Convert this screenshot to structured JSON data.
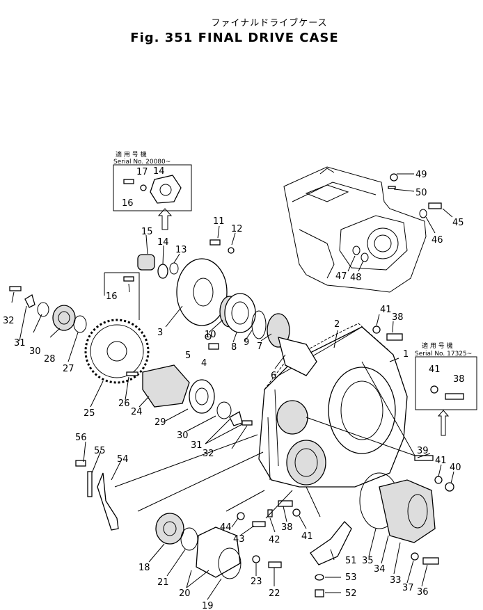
{
  "header": {
    "title_jp": "ファイナルドライブケース",
    "title_en": "Fig. 351  FINAL DRIVE CASE"
  },
  "insets": {
    "top_left": {
      "jp": "適 用 号 機",
      "serial": "Serial No. 20080~"
    },
    "right": {
      "jp": "適 用 号 機",
      "serial": "Serial No. 17325~"
    }
  },
  "callouts": {
    "n1": "1",
    "n2": "2",
    "n3": "3",
    "n4": "4",
    "n5": "5",
    "n6": "6",
    "n7": "7",
    "n8": "8",
    "n9": "9",
    "n10": "10",
    "n11": "11",
    "n12": "12",
    "n13": "13",
    "n14a": "14",
    "n14b": "14",
    "n15": "15",
    "n16a": "16",
    "n16b": "16",
    "n17": "17",
    "n18": "18",
    "n19": "19",
    "n20": "20",
    "n21": "21",
    "n22": "22",
    "n23": "23",
    "n24": "24",
    "n25": "25",
    "n26": "26",
    "n27": "27",
    "n28": "28",
    "n29": "29",
    "n30a": "30",
    "n30b": "30",
    "n31a": "31",
    "n31b": "31",
    "n32a": "32",
    "n32b": "32",
    "n33": "33",
    "n34": "34",
    "n35": "35",
    "n36": "36",
    "n37": "37",
    "n38a": "38",
    "n38b": "38",
    "n38c": "38",
    "n39": "39",
    "n40": "40",
    "n41a": "41",
    "n41b": "41",
    "n41c": "41",
    "n41d": "41",
    "n42": "42",
    "n43": "43",
    "n44": "44",
    "n45": "45",
    "n46": "46",
    "n47": "47",
    "n48": "48",
    "n49": "49",
    "n50": "50",
    "n51": "51",
    "n52": "52",
    "n53": "53",
    "n54": "54",
    "n55": "55",
    "n56": "56"
  }
}
